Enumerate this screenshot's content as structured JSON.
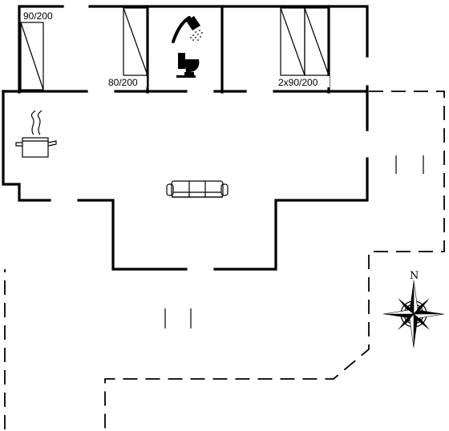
{
  "bed_labels": {
    "bed1": "90/200",
    "bed2": "80/200",
    "bed3": "2x90/200"
  },
  "compass": {
    "north_label": "N"
  },
  "icons": [
    "shower-icon",
    "toilet-icon",
    "cooking-pot-icon",
    "sofa-icon",
    "compass-rose-icon"
  ],
  "colors": {
    "line": "#000000",
    "background": "#ffffff"
  }
}
